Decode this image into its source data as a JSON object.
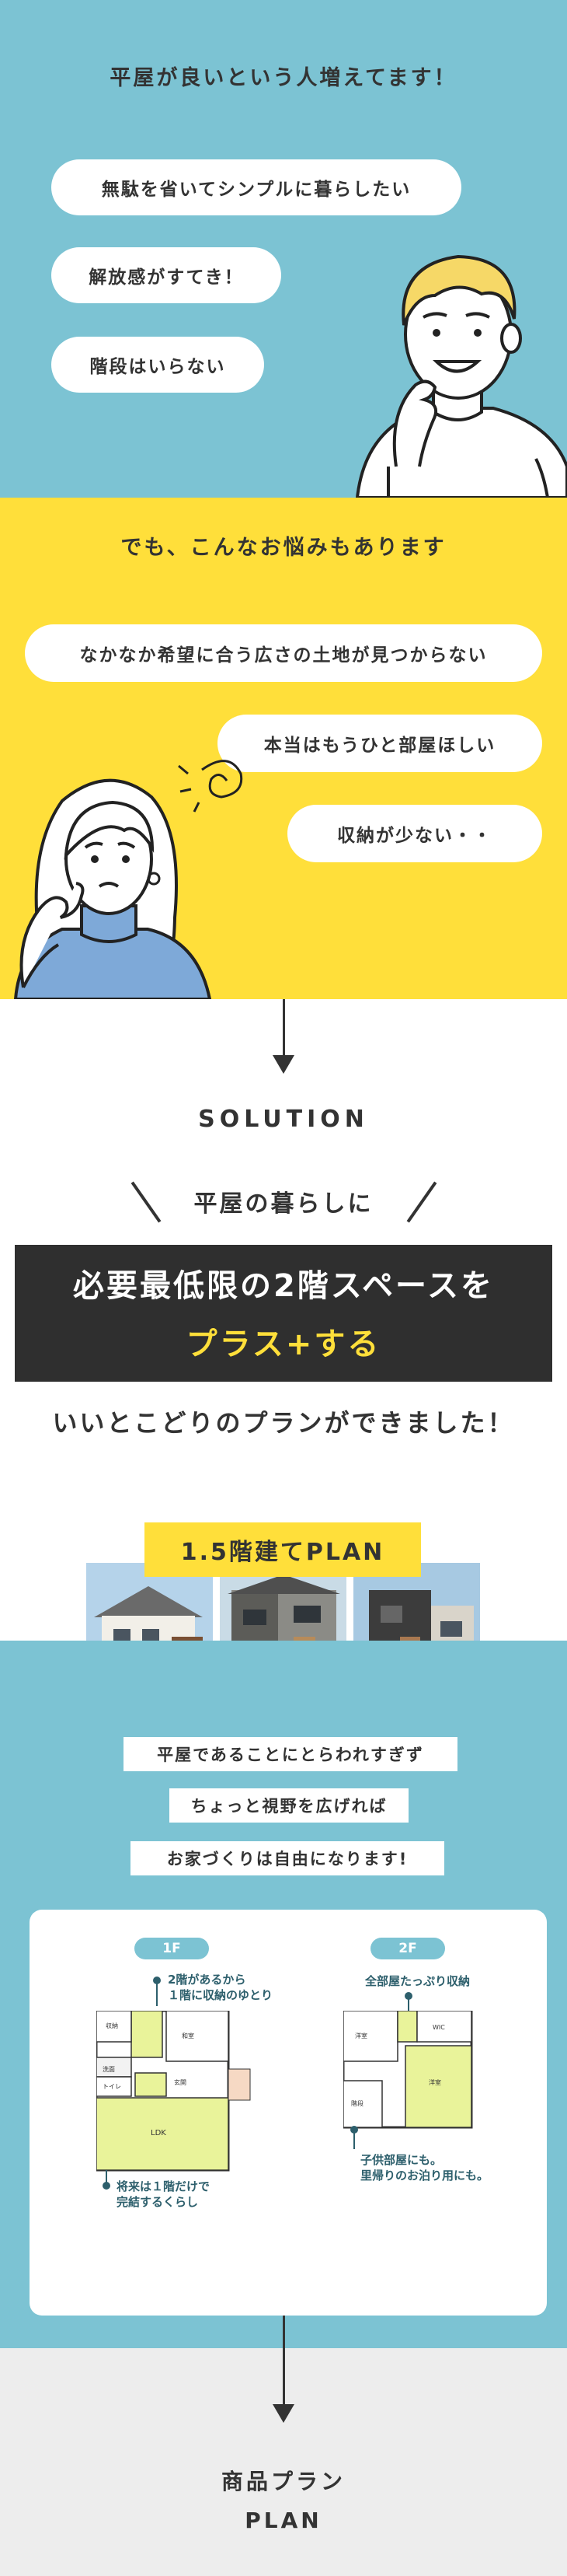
{
  "section1": {
    "title": "平屋が良いという人増えてます！",
    "bubbles": [
      "無駄を省いてシンプルに暮らしたい",
      "解放感がすてき！",
      "階段はいらない"
    ]
  },
  "section2": {
    "title": "でも、こんなお悩みもあります",
    "bubbles": [
      "なかなか希望に合う広さの土地が見つからない",
      "本当はもうひと部屋ほしい",
      "収納が少ない・・"
    ]
  },
  "section3": {
    "solution": "SOLUTION",
    "subhead": "平屋の暮らしに",
    "line1": "必要最低限の2階スペースを",
    "line2": "プラス+する",
    "tagline": "いいとこどりのプランができました！",
    "plan_badge": "1.5階建てPLAN"
  },
  "section4": {
    "tags": [
      "平屋であることにとらわれすぎず",
      "ちょっと視野を広げれば",
      "お家づくりは自由になります!"
    ],
    "floor1": {
      "label": "1F",
      "note_top": [
        "2階があるから",
        "１階に収納のゆとり"
      ],
      "note_bottom": [
        "将来は１階だけで",
        "完結するくらし"
      ]
    },
    "floor2": {
      "label": "2F",
      "note_top": [
        "全部屋たっぷり収納"
      ],
      "note_bottom": [
        "子供部屋にも。",
        "里帰りのお泊り用にも。"
      ]
    }
  },
  "section5": {
    "title": "商品プラン",
    "subtitle": "PLAN"
  },
  "colors": {
    "blue": "#7cc3d3",
    "yellow": "#ffdf3a",
    "dark": "#2f2f2f",
    "grey": "#ededed"
  }
}
